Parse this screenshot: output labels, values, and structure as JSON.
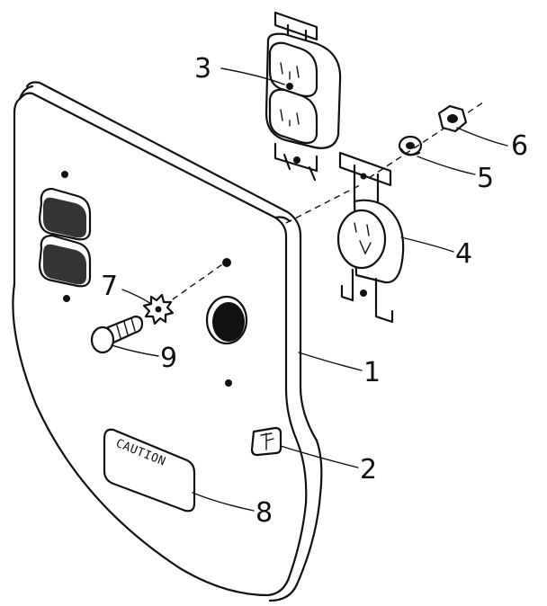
{
  "callouts": {
    "1": "1",
    "2": "2",
    "3": "3",
    "4": "4",
    "5": "5",
    "6": "6",
    "7": "7",
    "8": "8",
    "9": "9"
  },
  "plate": {
    "caution_text": "CAUTION"
  }
}
